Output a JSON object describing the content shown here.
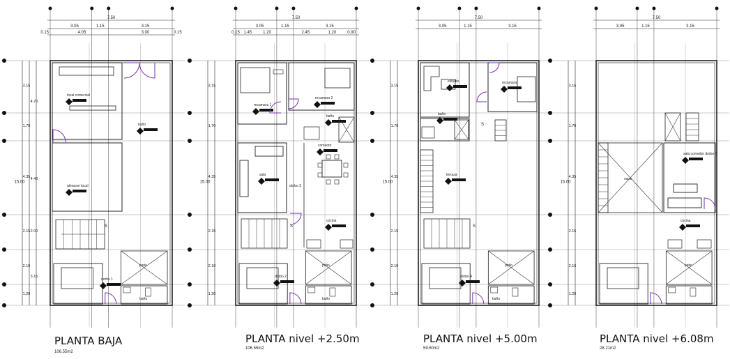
{
  "dimensions": {
    "total_width": "7.50",
    "total_height": "15.00",
    "top_a": "3.05",
    "top_b": "1.15",
    "top_c": "3.15",
    "row_a": "4.05",
    "row_b": "3.00",
    "row_c": "0.15",
    "row_p2": [
      "0.15",
      "1.45",
      "1.20",
      "2.45",
      "1.20",
      "0.90"
    ],
    "left_a": "3.15",
    "left_b": "1.70",
    "left_c": "4.35",
    "left_d": "2.15",
    "left_e": "2.10",
    "left_f": "1.20",
    "left_sub": [
      "4.70",
      "4.40",
      "2.00",
      "3.15"
    ]
  },
  "plans": [
    {
      "title": "PLANTA BAJA",
      "area": "106.55m2",
      "rooms": [
        {
          "label": "local comercial"
        },
        {
          "label": "baño"
        },
        {
          "label": "almacen local"
        },
        {
          "label": "patio"
        },
        {
          "label": "dorbo 1"
        },
        {
          "label": "baño"
        }
      ]
    },
    {
      "title": "PLANTA nivel +2.50m",
      "area": "106.55m2",
      "rooms": [
        {
          "label": "recamara 1"
        },
        {
          "label": "recamara 2"
        },
        {
          "label": "baño"
        },
        {
          "label": "comedor"
        },
        {
          "label": "sala"
        },
        {
          "label": "dorbo 3"
        },
        {
          "label": "cocina"
        },
        {
          "label": "dorbo 2"
        },
        {
          "label": "patio"
        },
        {
          "label": "baño"
        }
      ]
    },
    {
      "title": "PLANTA nivel +5.00m",
      "area": "59.60m2",
      "rooms": [
        {
          "label": "estudio"
        },
        {
          "label": "recamara"
        },
        {
          "label": "baño"
        },
        {
          "label": "terraza"
        },
        {
          "label": "dorbo 4"
        },
        {
          "label": "patio"
        },
        {
          "label": "baño"
        }
      ]
    },
    {
      "title": "PLANTA nivel +6.08m",
      "area": "28.21m2",
      "rooms": [
        {
          "label": "sala comedor dorbo 5"
        },
        {
          "label": "vacio"
        },
        {
          "label": "cocina"
        },
        {
          "label": "patio"
        }
      ]
    }
  ]
}
